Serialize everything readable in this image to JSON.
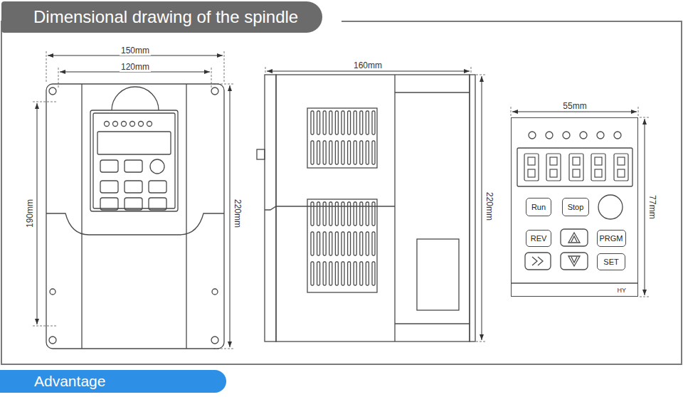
{
  "diagram": {
    "title": "Dimensional drawing of the spindle",
    "nodes": [
      {
        "text": [
          "HY"
        ]
      },
      {
        "text": [
          "Run"
        ],
        "in": 0
      },
      {
        "text": [
          "Stop"
        ],
        "in": 0
      },
      {
        "text": [
          "REV"
        ],
        "in": 0
      },
      {
        "text": [
          "PRGM"
        ],
        "in": 0
      },
      {
        "text": [
          "SET"
        ],
        "in": 0
      },
      {
        "text": [
          "Advantage"
        ]
      }
    ],
    "labels": [
      "150mm",
      "120mm",
      "190mm",
      "220mm",
      "160mm",
      "220mm",
      "55mm",
      "77mm"
    ]
  }
}
